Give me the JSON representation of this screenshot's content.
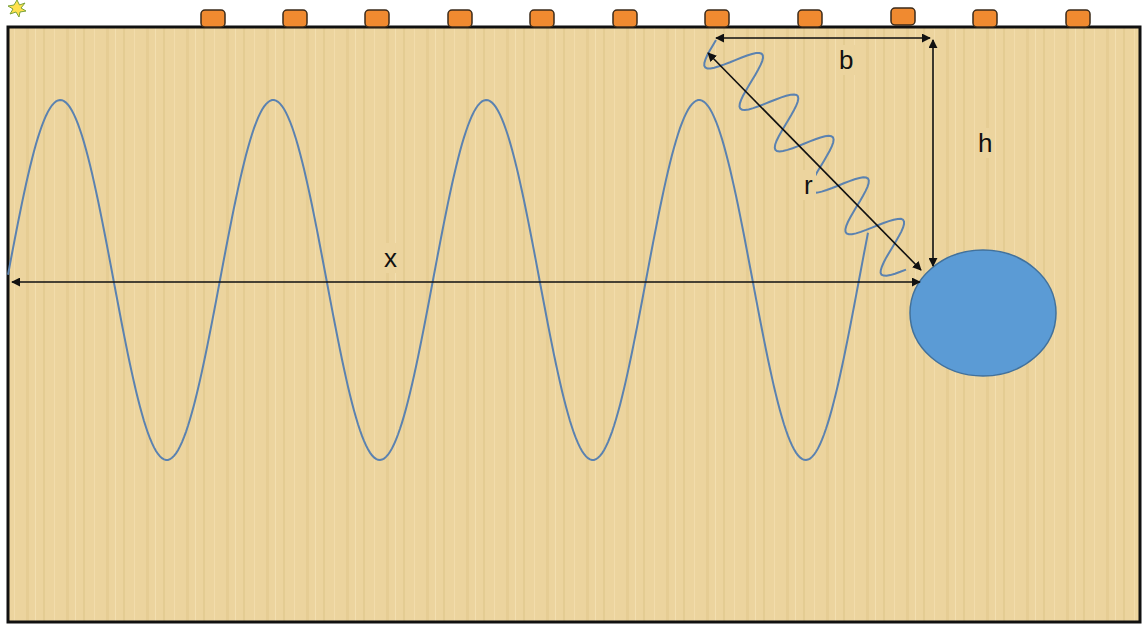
{
  "diagram": {
    "labels": [
      "b",
      "h",
      "r",
      "x"
    ]
  }
}
